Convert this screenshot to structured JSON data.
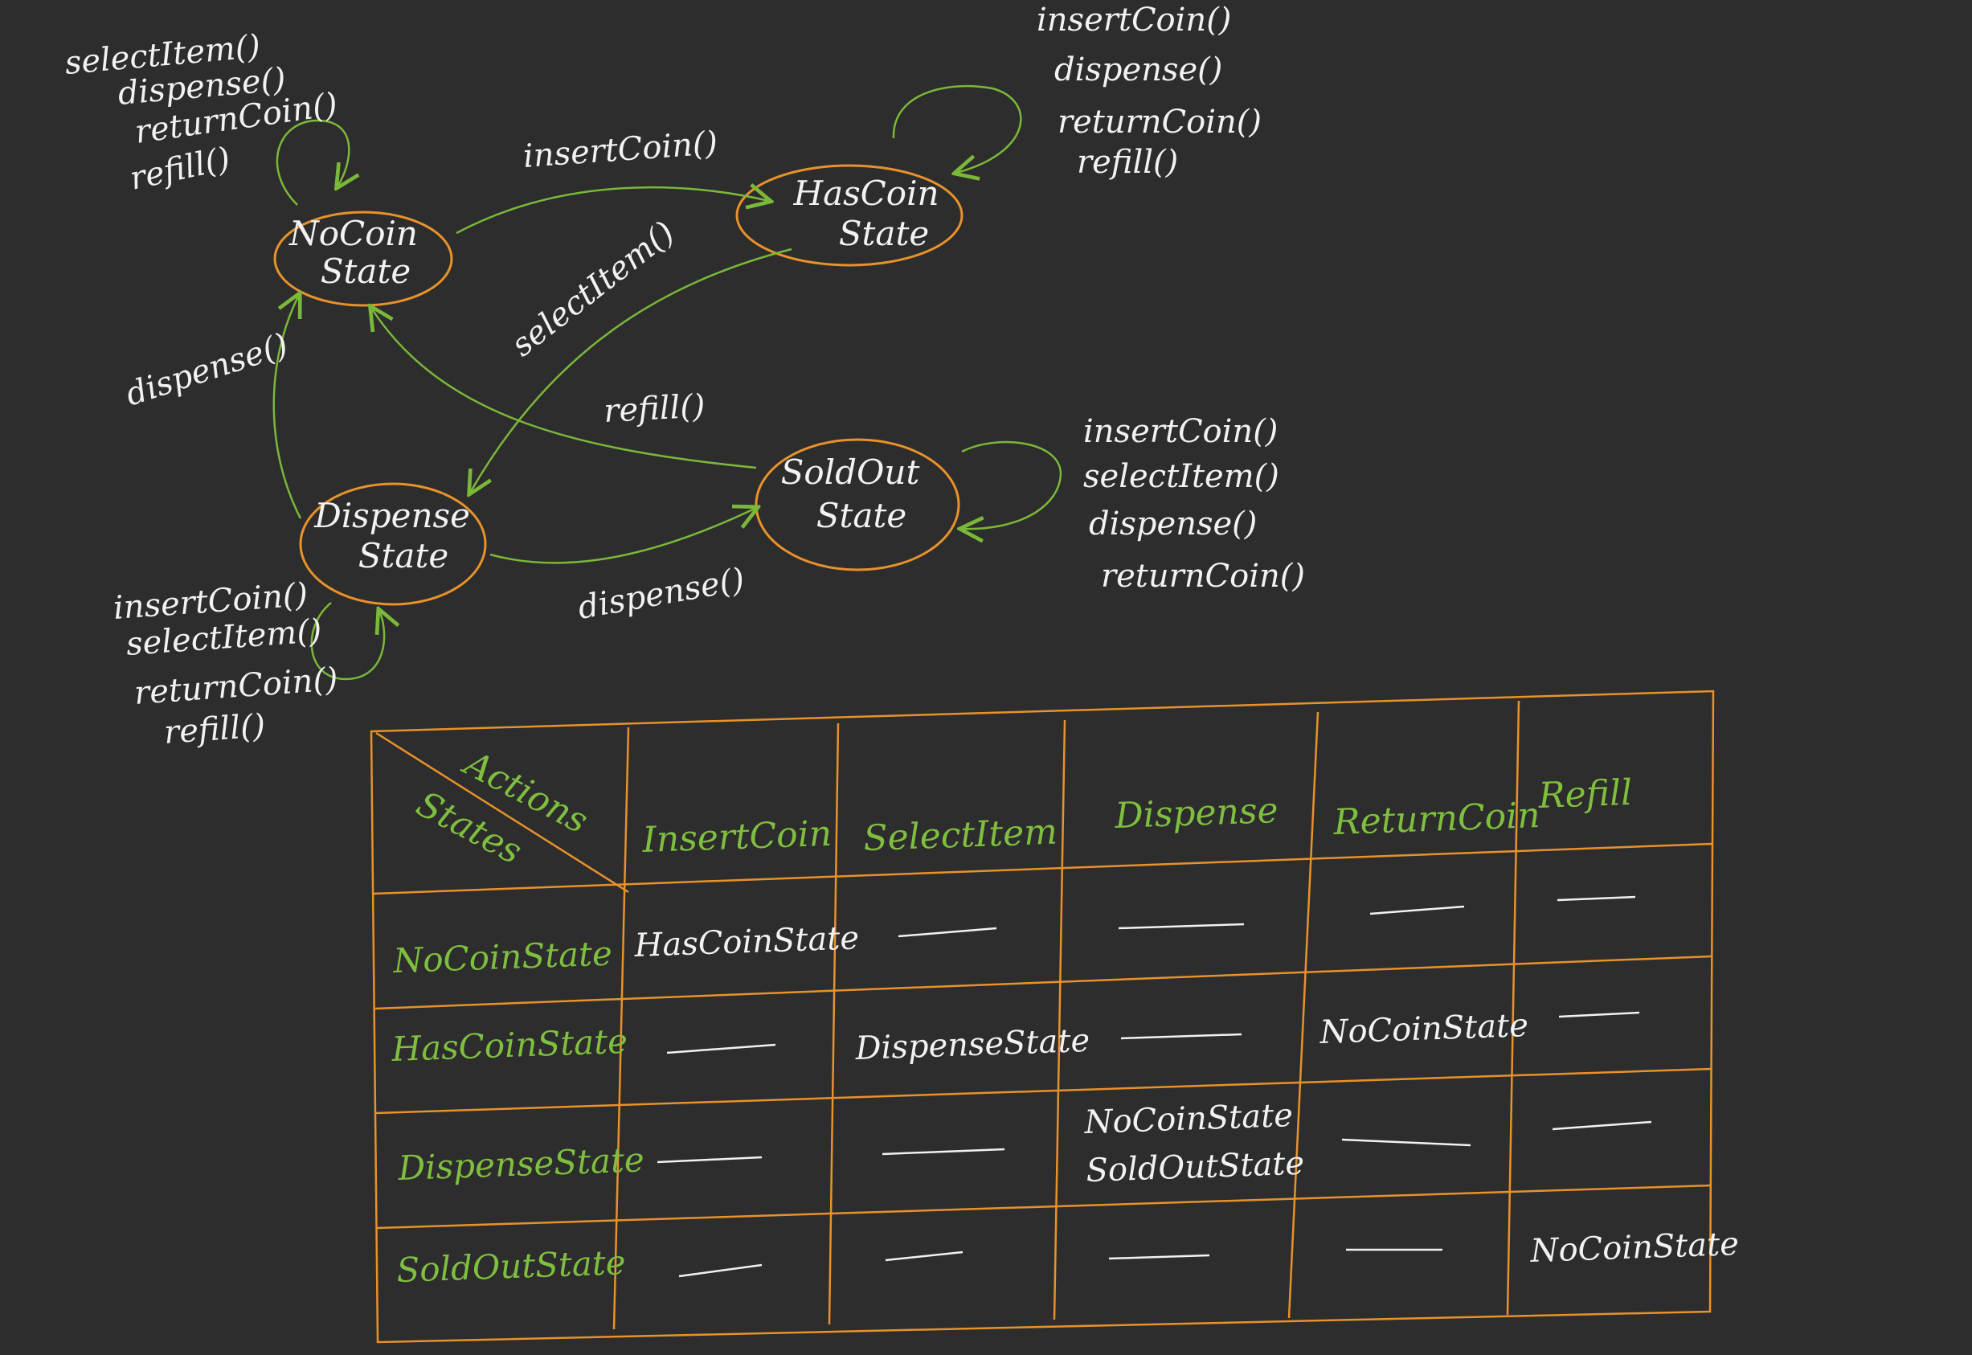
{
  "colors": {
    "background": "#2d2d2d",
    "node_outline": "#e8922a",
    "arrow": "#7ab83a",
    "text": "#f2f2f2",
    "table_lines": "#e8922a",
    "table_headers": "#7fbf3f"
  },
  "states": {
    "no_coin": [
      "NoCoin",
      "State"
    ],
    "has_coin": [
      "HasCoin",
      "State"
    ],
    "dispense": [
      "Dispense",
      "State"
    ],
    "sold_out": [
      "SoldOut",
      "State"
    ]
  },
  "transitions": {
    "insert_coin": "insertCoin()",
    "select_item": "selectItem()",
    "refill": "refill()",
    "dispense_to_nocoin": "dispense()",
    "dispense_to_soldout": "dispense()"
  },
  "self_loops": {
    "no_coin": [
      "selectItem()",
      "dispense()",
      "returnCoin()",
      "refill()"
    ],
    "has_coin": [
      "insertCoin()",
      "dispense()",
      "returnCoin()",
      "refill()"
    ],
    "sold_out": [
      "insertCoin()",
      "selectItem()",
      "dispense()",
      "returnCoin()"
    ],
    "dispense": [
      "insertCoin()",
      "selectItem()",
      "returnCoin()",
      "refill()"
    ]
  },
  "table": {
    "corner_actions": "Actions",
    "corner_states": "States",
    "columns": [
      "InsertCoin",
      "SelectItem",
      "Dispense",
      "ReturnCoin",
      "Refill"
    ],
    "rows": [
      {
        "state": "NoCoinState",
        "cells": [
          "HasCoinState",
          "",
          "",
          "",
          ""
        ]
      },
      {
        "state": "HasCoinState",
        "cells": [
          "",
          "DispenseState",
          "",
          "NoCoinState",
          ""
        ]
      },
      {
        "state": "DispenseState",
        "cells": [
          "",
          "",
          "NoCoinState|SoldOutState",
          "",
          ""
        ]
      },
      {
        "state": "SoldOutState",
        "cells": [
          "",
          "",
          "",
          "",
          "NoCoinState"
        ]
      }
    ]
  }
}
